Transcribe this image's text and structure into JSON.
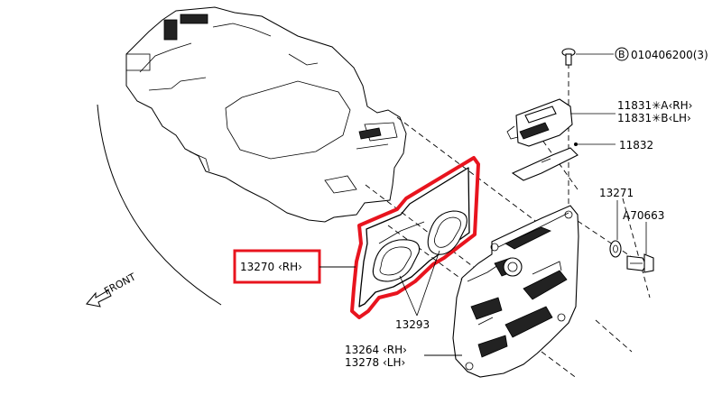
{
  "parts": {
    "bolt_spec": "010406200(3)",
    "bolt_ref_letter": "B",
    "coil_rh": "11831✳A‹RH›",
    "coil_lh": "11831✳B‹LH›",
    "plate": "11832",
    "washer": "13271",
    "bolt": "A70663",
    "gasket_rh": "13270 ‹RH›",
    "plug_seal": "13293",
    "cover_rh": "13264 ‹RH›",
    "cover_lh": "13278 ‹LH›"
  },
  "direction_label": "FRONT",
  "colors": {
    "highlight": "#e8141e",
    "line": "#000000",
    "background": "#ffffff"
  }
}
